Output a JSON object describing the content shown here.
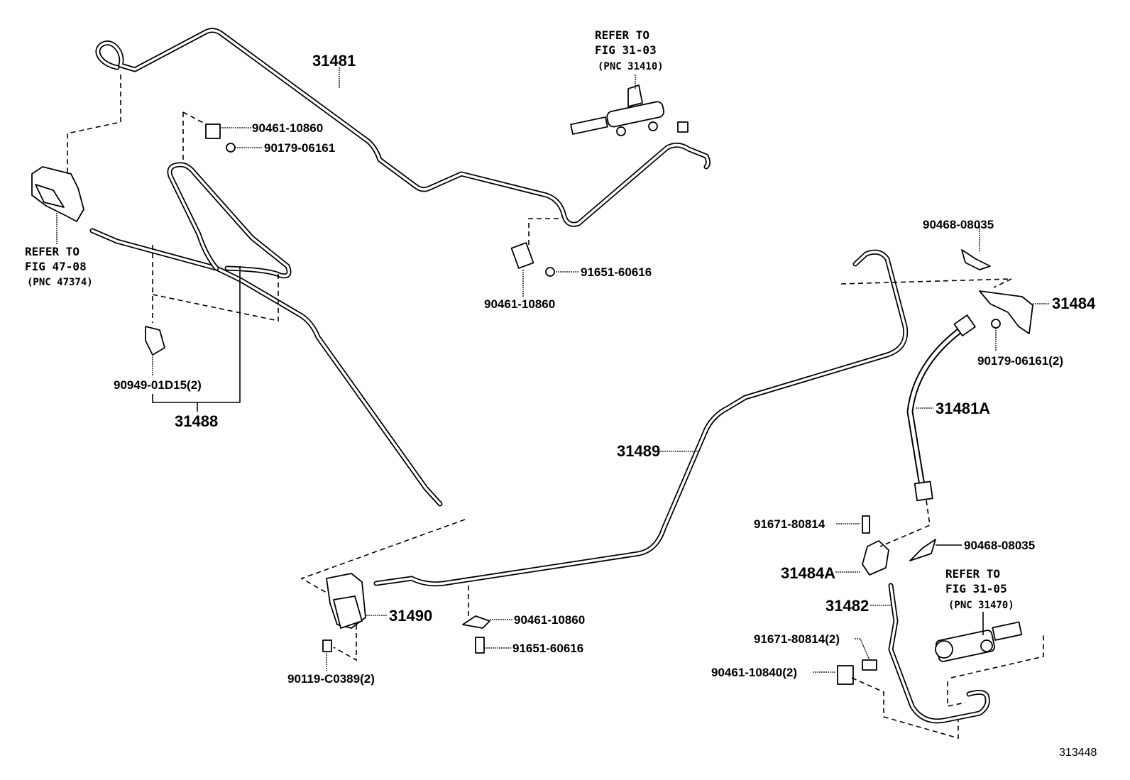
{
  "diagram": {
    "figure_number": "313448",
    "parts": [
      {
        "id": "31481",
        "text": "31481"
      },
      {
        "id": "31488",
        "text": "31488"
      },
      {
        "id": "31489",
        "text": "31489"
      },
      {
        "id": "31490",
        "text": "31490"
      },
      {
        "id": "31481A",
        "text": "31481A"
      },
      {
        "id": "31484",
        "text": "31484"
      },
      {
        "id": "31484A",
        "text": "31484A"
      },
      {
        "id": "31482",
        "text": "31482"
      }
    ],
    "fasteners": [
      {
        "text": "90461-10860"
      },
      {
        "text": "90179-06161"
      },
      {
        "text": "90461-10860"
      },
      {
        "text": "91651-60616"
      },
      {
        "text": "90949-01D15(2)"
      },
      {
        "text": "90468-08035"
      },
      {
        "text": "90179-06161(2)"
      },
      {
        "text": "91671-80814"
      },
      {
        "text": "90468-08035"
      },
      {
        "text": "90461-10860"
      },
      {
        "text": "91651-60616"
      },
      {
        "text": "90119-C0389(2)"
      },
      {
        "text": "91671-80814(2)"
      },
      {
        "text": "90461-10840(2)"
      }
    ],
    "references": [
      {
        "line1": "REFER TO",
        "line2": "FIG 31-03",
        "line3": "(PNC 31410)"
      },
      {
        "line1": "REFER TO",
        "line2": "FIG 47-08",
        "line3": "(PNC 47374)"
      },
      {
        "line1": "REFER TO",
        "line2": "FIG 31-05",
        "line3": "(PNC 31470)"
      }
    ]
  }
}
